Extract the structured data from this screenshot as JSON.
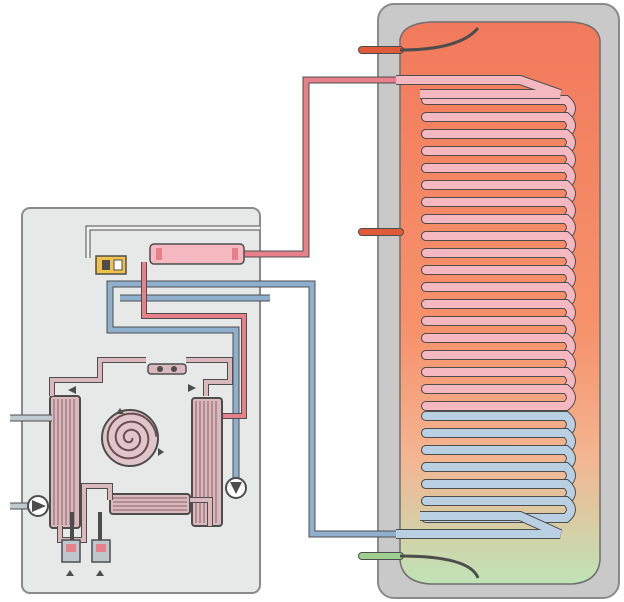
{
  "diagram": {
    "title": "",
    "components": {
      "storage_tank": "storage-tank",
      "heat_pump_unit": "heat-pump-unit",
      "hot_coil": "condenser-coil-hot",
      "cold_coil": "heat-exchanger-coil-cold",
      "compressor": "compressor",
      "pumps": [
        "circulation-pump-left",
        "circulation-pump-right"
      ]
    },
    "colors": {
      "tank_shell": "#c9c9c9",
      "tank_top": "#f27a5c",
      "tank_bottom": "#bfe3b6",
      "unit_casing": "#e7e8e8",
      "hot_pipe": "#e8808c",
      "hot_pipe_light": "#f6b8c0",
      "cold_pipe": "#8fb0cc",
      "cold_pipe_light": "#b9cfe2",
      "inlet_pipe": "#9fcf8f",
      "outlet_pipe": "#e05a3a",
      "pipe_outline": "#4d4d4d"
    },
    "coil": {
      "hot_turns": 18,
      "cold_turns": 6
    }
  }
}
